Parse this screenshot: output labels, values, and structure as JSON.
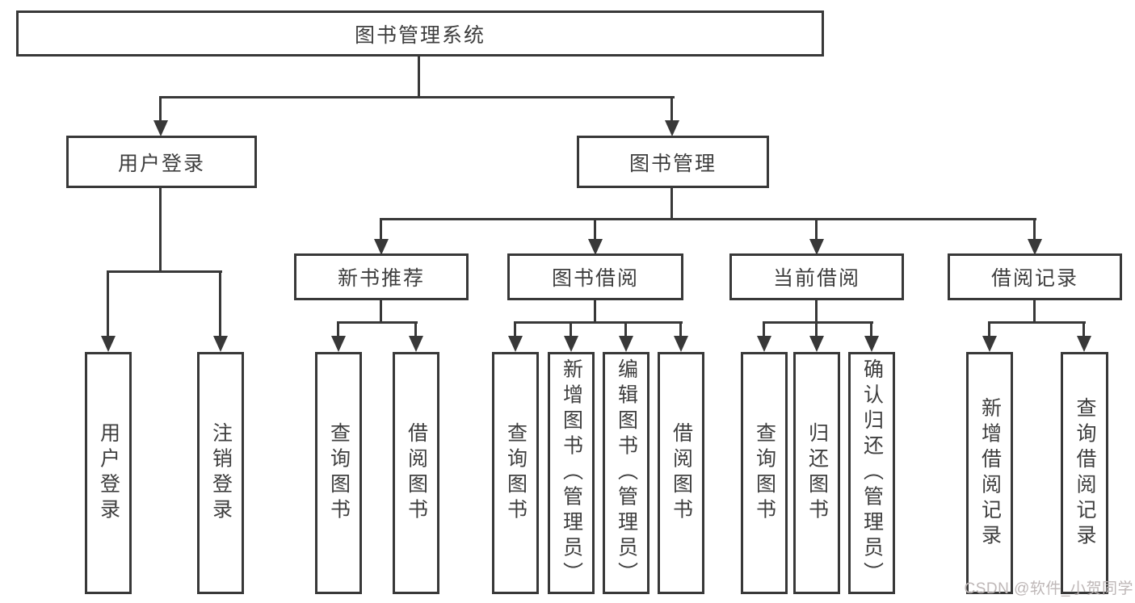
{
  "diagram": {
    "root": {
      "label": "图书管理系统"
    },
    "branches": {
      "user_login": {
        "label": "用户登录",
        "children": [
          "用户登录",
          "注销登录"
        ]
      },
      "book_management": {
        "label": "图书管理",
        "sections": [
          {
            "label": "新书推荐",
            "children": [
              "查询图书",
              "借阅图书"
            ]
          },
          {
            "label": "图书借阅",
            "children": [
              "查询图书",
              "新增图书（管理员）",
              "编辑图书（管理员）",
              "借阅图书"
            ]
          },
          {
            "label": "当前借阅",
            "children": [
              "查询图书",
              "归还图书",
              "确认归还（管理员）"
            ]
          },
          {
            "label": "借阅记录",
            "children": [
              "新增借阅记录",
              "查询借阅记录"
            ]
          }
        ]
      }
    },
    "colors": {
      "line": "#383838",
      "text": "#3e3e3e",
      "background": "#ffffff",
      "watermark_text": "#beb7b7"
    }
  },
  "watermark": "CSDN @软件_小贺同学"
}
